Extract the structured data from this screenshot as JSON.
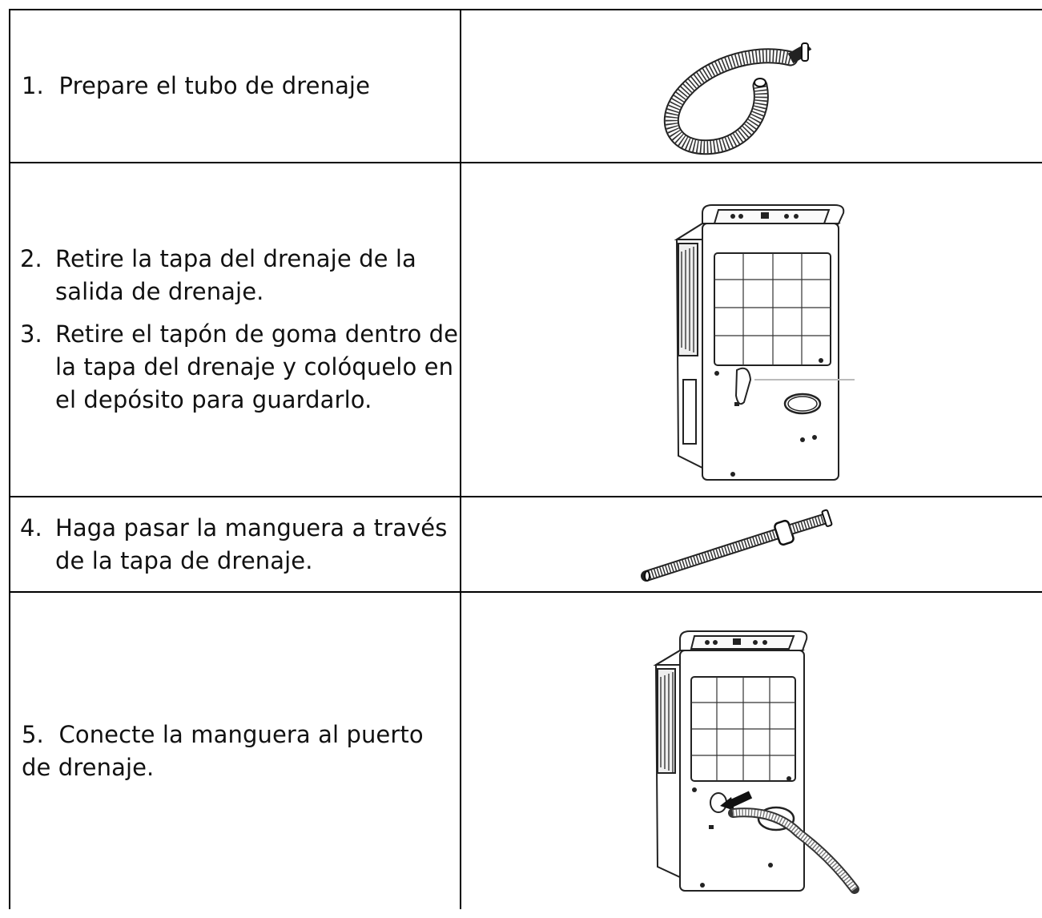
{
  "rows": [
    {
      "items": [
        {
          "num": "1.",
          "text": "Prepare el tubo de drenaje"
        }
      ],
      "figure": "coiled-drain-hose"
    },
    {
      "items": [
        {
          "num": "2.",
          "text": "Retire la tapa del drenaje de la salida de drenaje."
        },
        {
          "num": "3.",
          "text": "Retire el tapón de goma dentro de la tapa del drenaje y colóquelo en el depósito para guardarlo."
        }
      ],
      "figure": "dehumidifier-drain-cap"
    },
    {
      "items": [
        {
          "num": "4.",
          "text": "Haga pasar la manguera a través de la tapa de drenaje."
        }
      ],
      "figure": "hose-through-cap"
    },
    {
      "items": [
        {
          "num": "5.",
          "text": "Conecte la manguera al puerto de drenaje."
        }
      ],
      "figure": "dehumidifier-hose-connected"
    }
  ]
}
